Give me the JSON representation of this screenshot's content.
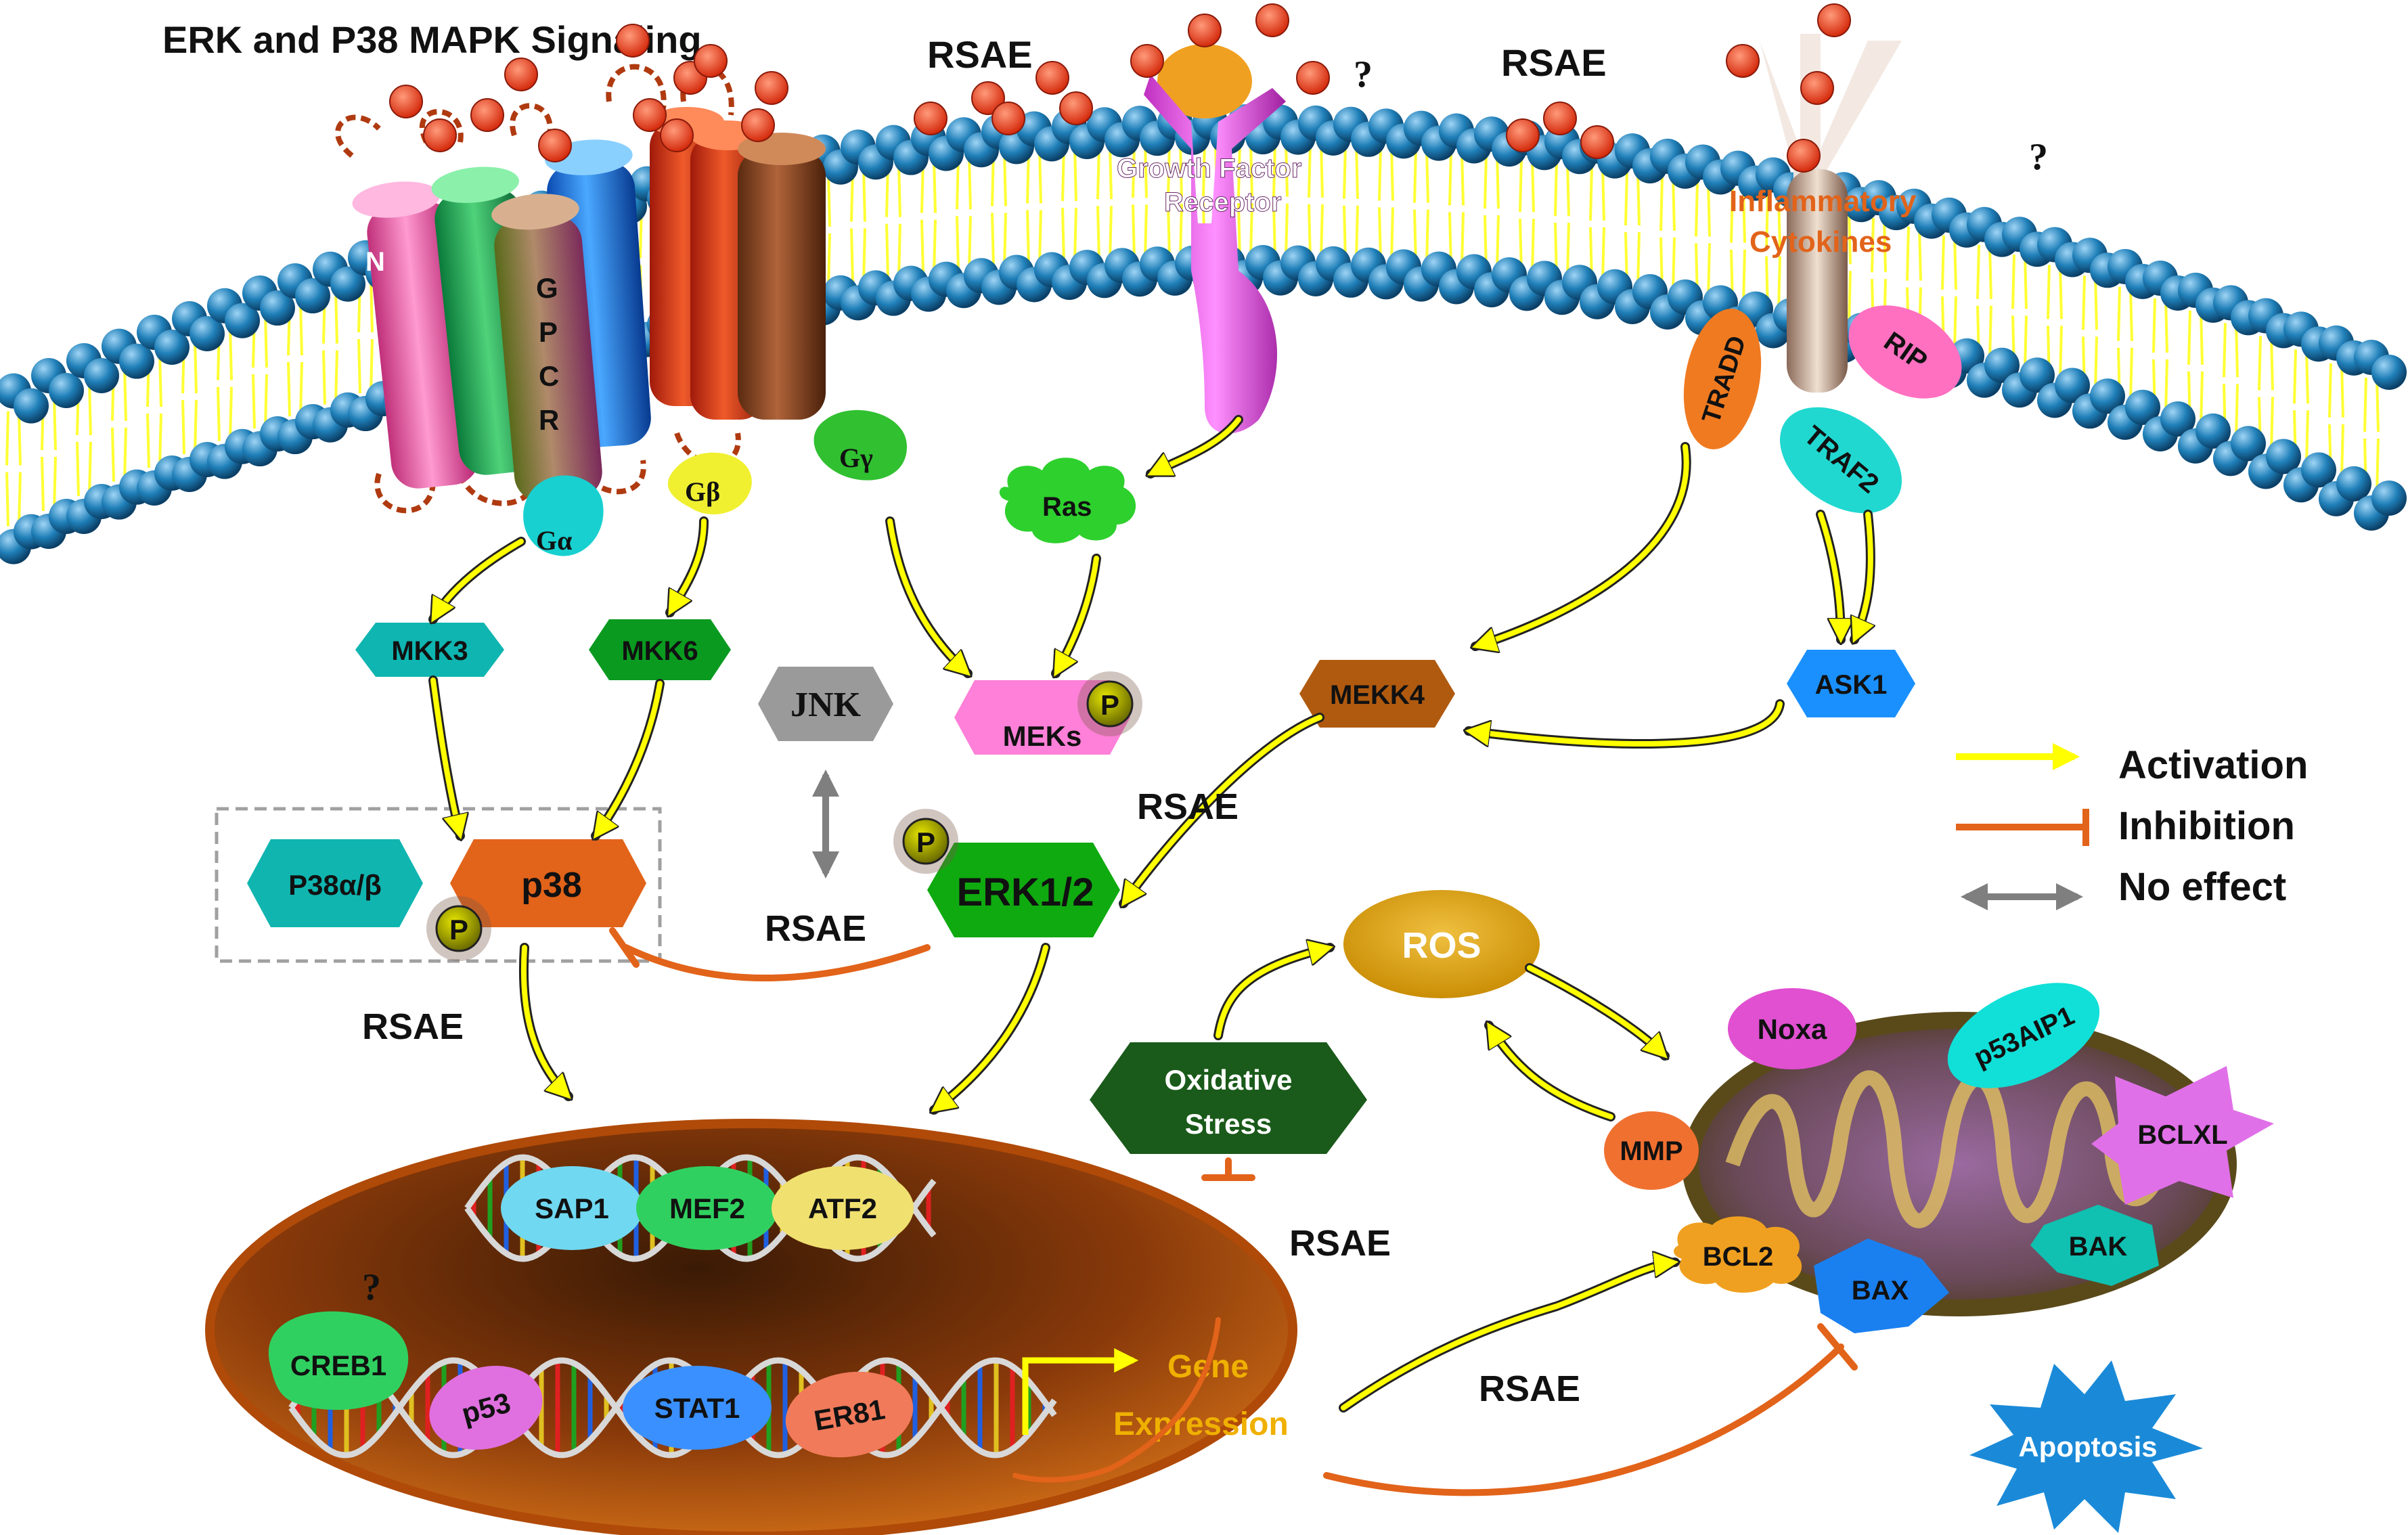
{
  "title": "ERK and P38 MAPK Signaling",
  "rsae": "RSAE",
  "question_mark": "?",
  "receptors": {
    "gpcr": "GPCR",
    "gpcr_letters": [
      "G",
      "P",
      "C",
      "R"
    ],
    "n_terminal": "N",
    "growth_factor": [
      "Growth Factor",
      "Receptor"
    ],
    "inflammatory": [
      "Inflammatory",
      "Cytokines"
    ]
  },
  "g_proteins": {
    "alpha": "Gα",
    "beta": "Gβ",
    "gamma": "Gγ"
  },
  "nodes": {
    "ras": "Ras",
    "tradd": "TRADD",
    "rip": "RIP",
    "traf2": "TRAF2",
    "ask1": "ASK1",
    "mkk3": "MKK3",
    "mkk6": "MKK6",
    "jnk": "JNK",
    "meks": "MEKs",
    "mekk4": "MEKK4",
    "p38ab": "P38α/β",
    "p38": "p38",
    "erk12": "ERK1/2",
    "phospho": "P",
    "ros": "ROS",
    "oxidative_stress": [
      "Oxidative",
      "Stress"
    ]
  },
  "transcription_factors": [
    "SAP1",
    "MEF2",
    "ATF2",
    "CREB1",
    "p53",
    "STAT1",
    "ER81"
  ],
  "gene_expression": [
    "Gene",
    "Expression"
  ],
  "mitochondria": [
    "Noxa",
    "p53AIP1",
    "BCLXL",
    "MMP",
    "BCL2",
    "BAX",
    "BAK"
  ],
  "apoptosis": "Apoptosis",
  "legend": [
    {
      "label": "Activation",
      "color": "#ffff00",
      "type": "arrow"
    },
    {
      "label": "Inhibition",
      "color": "#e2631a",
      "type": "tbar"
    },
    {
      "label": "No effect",
      "color": "#7f7f7f",
      "type": "double"
    }
  ],
  "colors": {
    "membrane_head": "#1f7fb8",
    "lipid_tail": "#ffff33",
    "activation": "#ffff00",
    "inhibition": "#e2631a",
    "no_effect": "#7f7f7f",
    "ligand": "#e8401c",
    "nucleus": "#c65a12",
    "mitochondria": "#6b4a2a"
  }
}
